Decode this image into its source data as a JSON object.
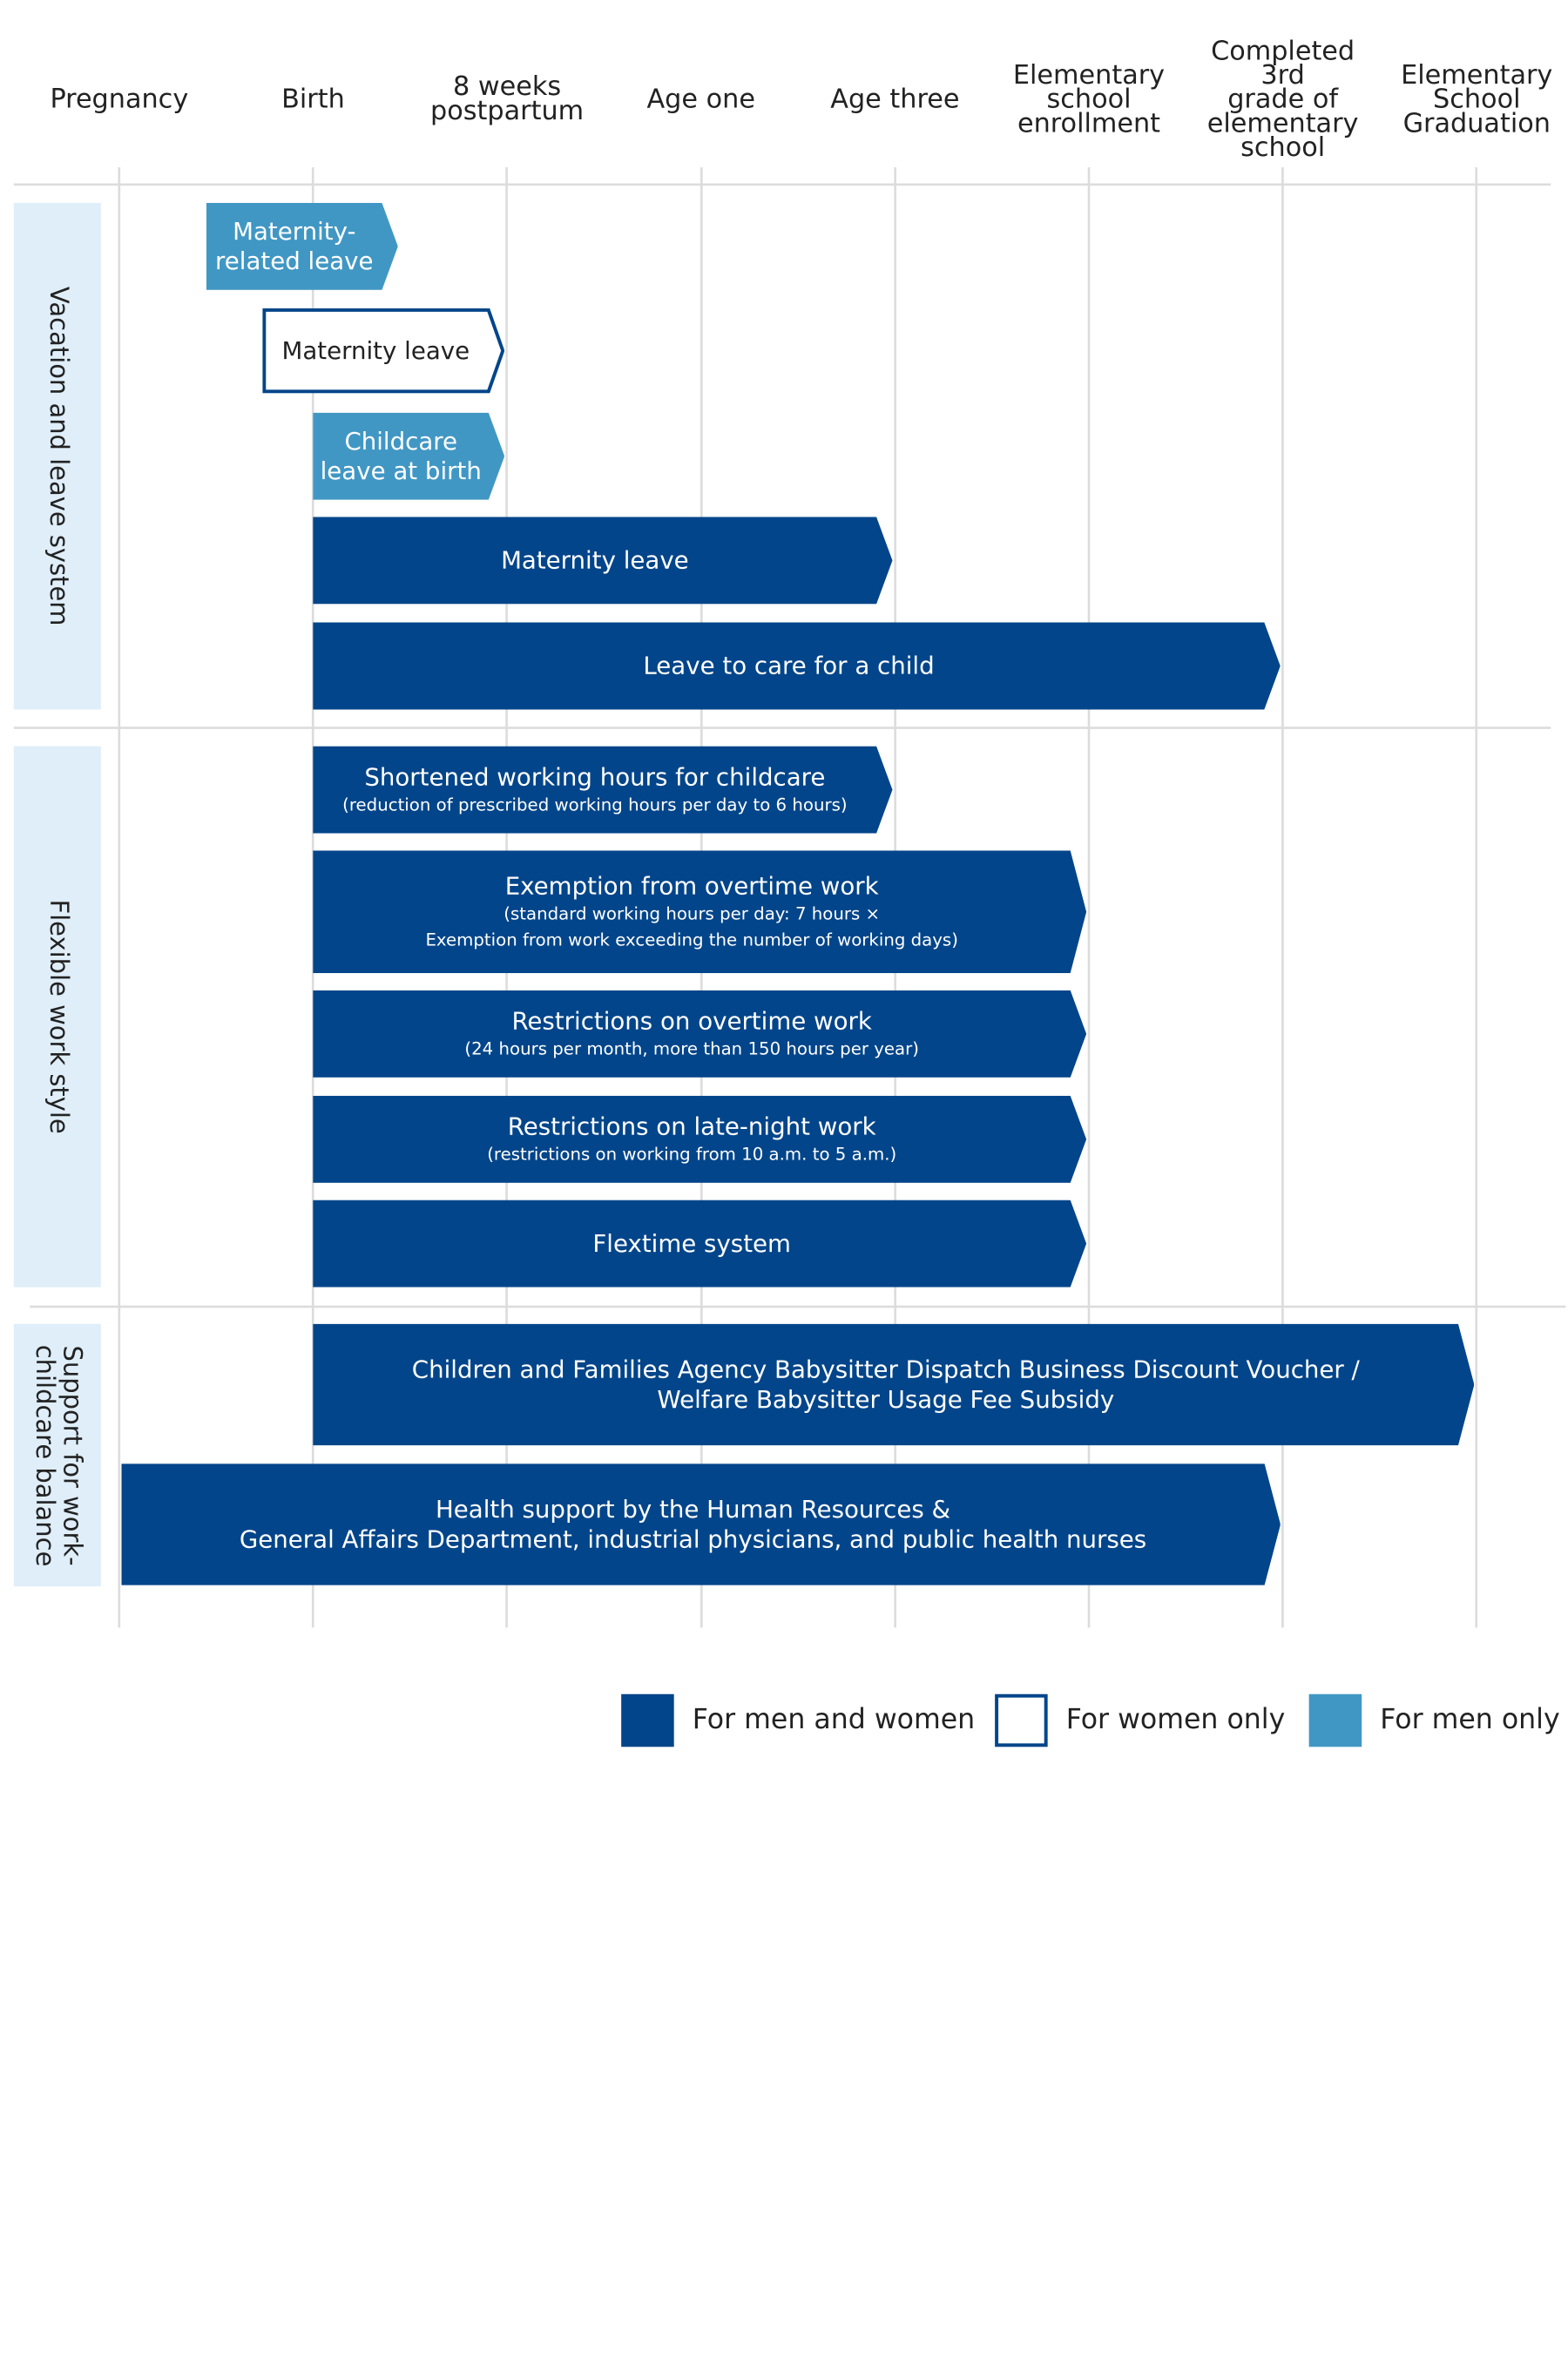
{
  "colors": {
    "men_and_women": "#03458a",
    "women_only_border": "#03458a",
    "men_only": "#4197c4",
    "category_bg": "#dfeef9",
    "gridline": "#dcdcdc"
  },
  "timeline": [
    {
      "label": "Pregnancy"
    },
    {
      "label": "Birth"
    },
    {
      "label": "8 weeks\npostpartum"
    },
    {
      "label": "Age one"
    },
    {
      "label": "Age three"
    },
    {
      "label": "Elementary\nschool\nenrollment"
    },
    {
      "label": "Completed 3rd\ngrade of\nelementary\nschool"
    },
    {
      "label": "Elementary\nSchool\nGraduation"
    }
  ],
  "categories": [
    {
      "label": "Vacation and leave system"
    },
    {
      "label": "Flexible work style"
    },
    {
      "label": "Support for work-\nchildcare balance"
    }
  ],
  "programs": [
    {
      "title": "Maternity-\nrelated leave",
      "subtitle": "",
      "eligibility": "men_only",
      "category": 0,
      "from_stage": 0.45,
      "to_stage": 1.45
    },
    {
      "title": "Maternity leave",
      "subtitle": "",
      "eligibility": "women_only",
      "category": 0,
      "from_stage": 0.74,
      "to_stage": 2
    },
    {
      "title": "Childcare\nleave at birth",
      "subtitle": "",
      "eligibility": "men_only",
      "category": 0,
      "from_stage": 1,
      "to_stage": 2
    },
    {
      "title": "Maternity leave",
      "subtitle": "",
      "eligibility": "men_and_women",
      "category": 0,
      "from_stage": 1,
      "to_stage": 4
    },
    {
      "title": "Leave to care for a child",
      "subtitle": "",
      "eligibility": "men_and_women",
      "category": 0,
      "from_stage": 1,
      "to_stage": 6
    },
    {
      "title": "Shortened working hours for childcare",
      "subtitle": "(reduction of prescribed working hours per day to 6 hours)",
      "eligibility": "men_and_women",
      "category": 1,
      "from_stage": 1,
      "to_stage": 4
    },
    {
      "title": "Exemption from overtime work",
      "subtitle": "(standard working hours per day: 7 hours ×\nExemption from work exceeding the number of working days)",
      "eligibility": "men_and_women",
      "category": 1,
      "from_stage": 1,
      "to_stage": 5
    },
    {
      "title": "Restrictions on overtime work",
      "subtitle": "(24 hours per month, more than 150 hours per year)",
      "eligibility": "men_and_women",
      "category": 1,
      "from_stage": 1,
      "to_stage": 5
    },
    {
      "title": "Restrictions on late-night work",
      "subtitle": "(restrictions on working from 10 a.m. to 5 a.m.)",
      "eligibility": "men_and_women",
      "category": 1,
      "from_stage": 1,
      "to_stage": 5
    },
    {
      "title": "Flextime system",
      "subtitle": "",
      "eligibility": "men_and_women",
      "category": 1,
      "from_stage": 1,
      "to_stage": 5
    },
    {
      "title": "Children and Families Agency Babysitter Dispatch Business Discount Voucher /\nWelfare Babysitter Usage Fee Subsidy",
      "subtitle": "",
      "eligibility": "men_and_women",
      "category": 2,
      "from_stage": 1,
      "to_stage": 7
    },
    {
      "title": "Health support by the Human Resources &\nGeneral Affairs Department, industrial physicians, and public health nurses",
      "subtitle": "",
      "eligibility": "men_and_women",
      "category": 2,
      "from_stage": 0,
      "to_stage": 6
    }
  ],
  "legend": [
    {
      "key": "men_and_women",
      "label": "For men and women"
    },
    {
      "key": "women_only",
      "label": "For women only"
    },
    {
      "key": "men_only",
      "label": "For men only"
    }
  ]
}
